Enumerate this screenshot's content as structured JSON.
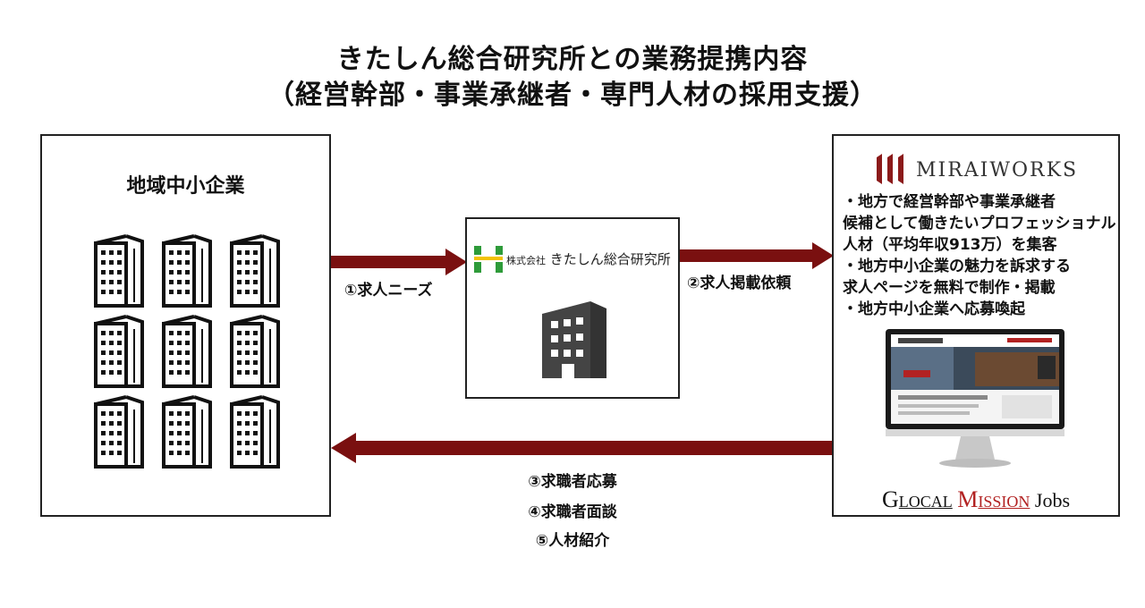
{
  "title": {
    "line1": "きたしん総合研究所との業務提携内容",
    "line2": "（経営幹部・事業承継者・専門人材の採用支援）"
  },
  "left": {
    "title": "地域中小企業"
  },
  "middle": {
    "logo_prefix": "株式会社",
    "logo_name": "きたしん総合研究所"
  },
  "right": {
    "logo": "MIRAIWORKS",
    "bullets": [
      "・地方で経営幹部や事業承継者",
      "候補として働きたいプロフェッショナル",
      "人材（平均年収913万）を集客",
      "・地方中小企業の魅力を訴求する",
      "求人ページを無料で制作・掲載",
      "・地方中小企業へ応募喚起"
    ],
    "brand_g": "G",
    "brand_local": "LOCAL",
    "brand_m": "M",
    "brand_ission": "ISSION",
    "brand_jobs": "Jobs"
  },
  "flows": {
    "f1": "①求人ニーズ",
    "f2": "②求人掲載依頼",
    "f3": "③求職者応募",
    "f4": "④求職者面談",
    "f5": "⑤人材紹介"
  },
  "colors": {
    "arrow": "#7a1010",
    "building": "#111111",
    "kita_green": "#2e9b3a",
    "kita_yellow": "#f2c200",
    "mw_red": "#8b1a1a"
  }
}
